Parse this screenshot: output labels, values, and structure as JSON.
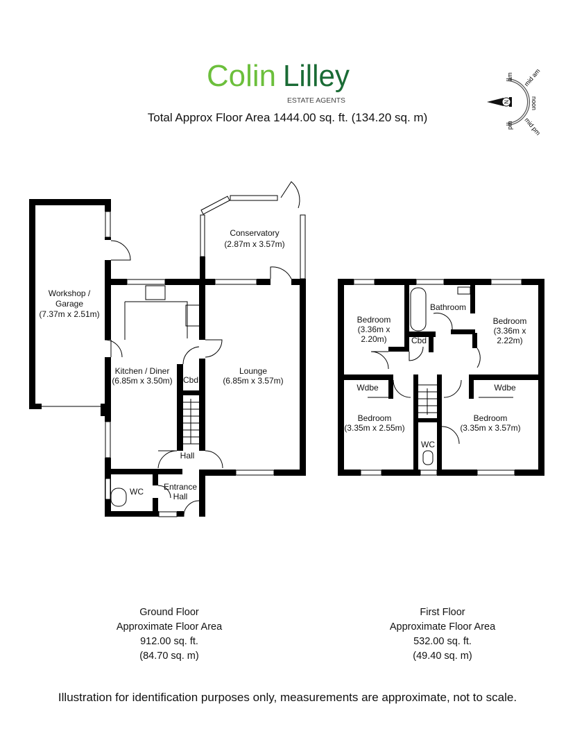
{
  "brand": {
    "name_part1": "Colin",
    "name_part2": "Lilley",
    "tagline": "ESTATE AGENTS",
    "color_light": "#6cbf3c",
    "color_dark": "#1a6b35"
  },
  "total_area": "Total Approx Floor Area 1444.00 sq. ft. (134.20 sq. m)",
  "compass": {
    "labels": [
      "am",
      "mid am",
      "noon",
      "mid pm",
      "pm"
    ],
    "north": "N"
  },
  "ground_floor": {
    "rooms": {
      "workshop": [
        "Workshop /",
        "Garage",
        "(7.37m x 2.51m)"
      ],
      "conservatory": [
        "Conservatory",
        "(2.87m x 3.57m)"
      ],
      "kitchen": [
        "Kitchen / Diner",
        "(6.85m x 3.50m)"
      ],
      "lounge": [
        "Lounge",
        "(6.85m x 3.57m)"
      ],
      "cbd": "Cbd",
      "hall": "Hall",
      "wc": "WC",
      "entrance": [
        "Entrance",
        "Hall"
      ]
    },
    "area": {
      "title": "Ground Floor",
      "subtitle": "Approximate Floor Area",
      "sqft": "912.00 sq. ft.",
      "sqm": "(84.70 sq. m)"
    }
  },
  "first_floor": {
    "rooms": {
      "bedroom1": [
        "Bedroom",
        "(3.36m x",
        "2.20m)"
      ],
      "bathroom": "Bathroom",
      "bedroom2": [
        "Bedroom",
        "(3.36m x",
        "2.22m)"
      ],
      "cbd": "Cbd",
      "wdbe1": "Wdbe",
      "wdbe2": "Wdbe",
      "bedroom3": [
        "Bedroom",
        "(3.35m x 2.55m)"
      ],
      "bedroom4": [
        "Bedroom",
        "(3.35m x 3.57m)"
      ],
      "wc": "WC"
    },
    "area": {
      "title": "First Floor",
      "subtitle": "Approximate Floor Area",
      "sqft": "532.00 sq. ft.",
      "sqm": "(49.40 sq. m)"
    }
  },
  "disclaimer": "Illustration for identification purposes only, measurements are approximate, not to scale."
}
